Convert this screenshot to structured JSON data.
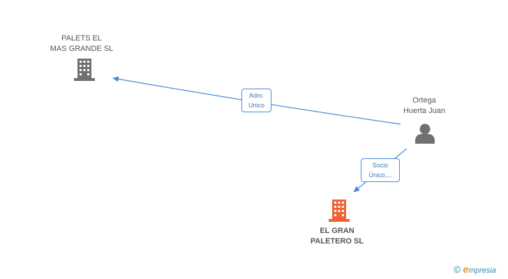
{
  "nodes": {
    "palets": {
      "line1": "PALETS EL",
      "line2": "MAS GRANDE SL",
      "icon": "building-icon",
      "color": "#707070"
    },
    "person": {
      "line1": "Ortega",
      "line2": "Huerta Juan",
      "icon": "person-icon",
      "color": "#707070"
    },
    "paletero": {
      "line1": "EL GRAN",
      "line2": "PALETERO SL",
      "icon": "building-icon",
      "color": "#f06434"
    }
  },
  "edges": {
    "adm": {
      "line1": "Adm.",
      "line2": "Unico",
      "color": "#4a8ad4"
    },
    "socio": {
      "line1": "Socio",
      "line2": "Único,...",
      "color": "#4a8ad4"
    }
  },
  "footer": {
    "copyright": "©",
    "brand_initial": "e",
    "brand_rest": "mpresia"
  }
}
